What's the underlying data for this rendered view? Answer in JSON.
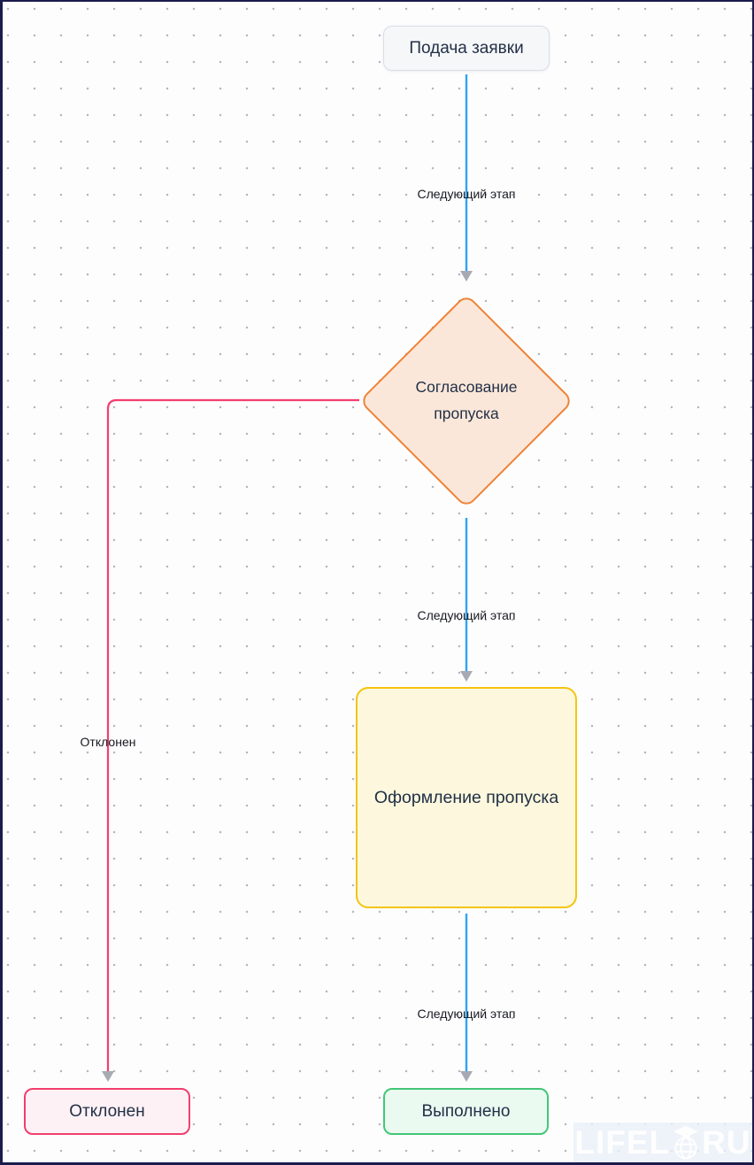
{
  "nodes": {
    "start": {
      "label": "Подача заявки"
    },
    "decision": {
      "label": "Согласование пропуска"
    },
    "process": {
      "label": "Оформление пропуска"
    },
    "rejected": {
      "label": "Отклонен"
    },
    "done": {
      "label": "Выполнено"
    }
  },
  "edges": {
    "start_to_decision": {
      "label": "Следующий этап"
    },
    "decision_to_process": {
      "label": "Следующий этап"
    },
    "process_to_done": {
      "label": "Следующий этап"
    },
    "decision_to_rejected": {
      "label": "Отклонен"
    }
  },
  "watermark": {
    "text_left": "LIFEL",
    "text_right": "RU",
    "icon": "globe-graduation-cap-icon"
  },
  "colors": {
    "edge-blue": "#2ea4f1",
    "edge-pink": "#f43f6e",
    "arrow-gray": "#a6aab3",
    "frame-navy": "#1b1b4c",
    "dot-gray": "#b3b6bd",
    "node-text": "#223047",
    "label-text": "#17191f",
    "start-border": "#d9dde4",
    "start-bg": "#f6f7f9",
    "decision-border": "#ef8336",
    "decision-bg": "#fbe7d9",
    "process-border": "#f5c40f",
    "process-bg": "#fdf8dd",
    "rejected-border": "#f23e6d",
    "rejected-bg": "#fdf1f5",
    "done-border": "#44c677",
    "done-bg": "#eafaf1",
    "watermark-text": "rgba(255,255,255,0.92)",
    "watermark-bg": "rgba(234,240,247,0.80)"
  }
}
